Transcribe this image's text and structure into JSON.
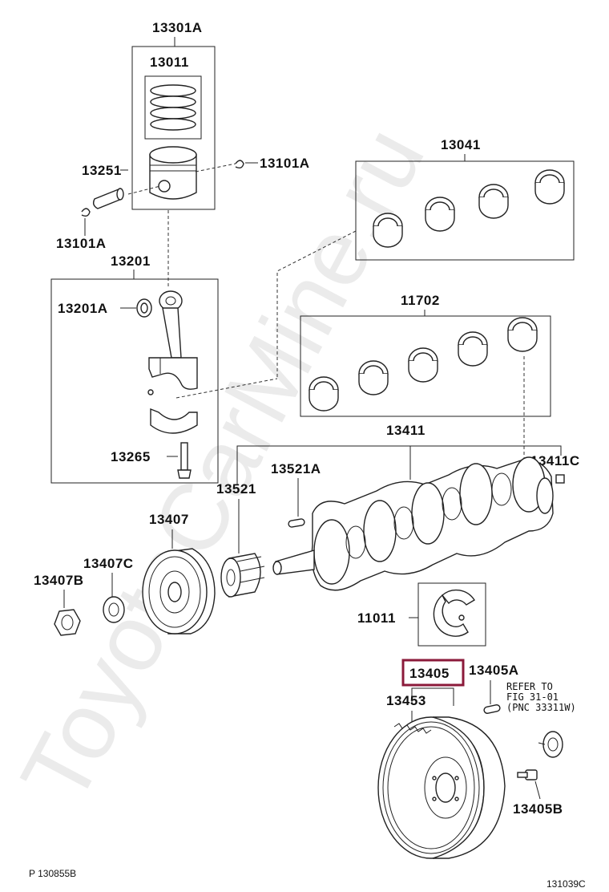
{
  "diagram": {
    "watermark": "ToyotaCarMine.ru",
    "code_left": "P 130855B",
    "code_right": "131039C",
    "highlight_color": "#8b1a3a",
    "highlighted_part": "13405",
    "note": {
      "line1": "REFER TO",
      "line2": "FIG 31-01",
      "line3": "(PNC 33311W)"
    },
    "labels": {
      "p13301A": "13301A",
      "p13011": "13011",
      "p13251": "13251",
      "p13101A_top": "13101A",
      "p13101A_left": "13101A",
      "p13201": "13201",
      "p13201A": "13201A",
      "p13265": "13265",
      "p13041": "13041",
      "p11702": "11702",
      "p13411": "13411",
      "p13411C": "13411C",
      "p13521A": "13521A",
      "p13521": "13521",
      "p13407": "13407",
      "p13407C": "13407C",
      "p13407B": "13407B",
      "p11011": "11011",
      "p13405": "13405",
      "p13405A": "13405A",
      "p13453": "13453",
      "p13405B": "13405B"
    }
  }
}
